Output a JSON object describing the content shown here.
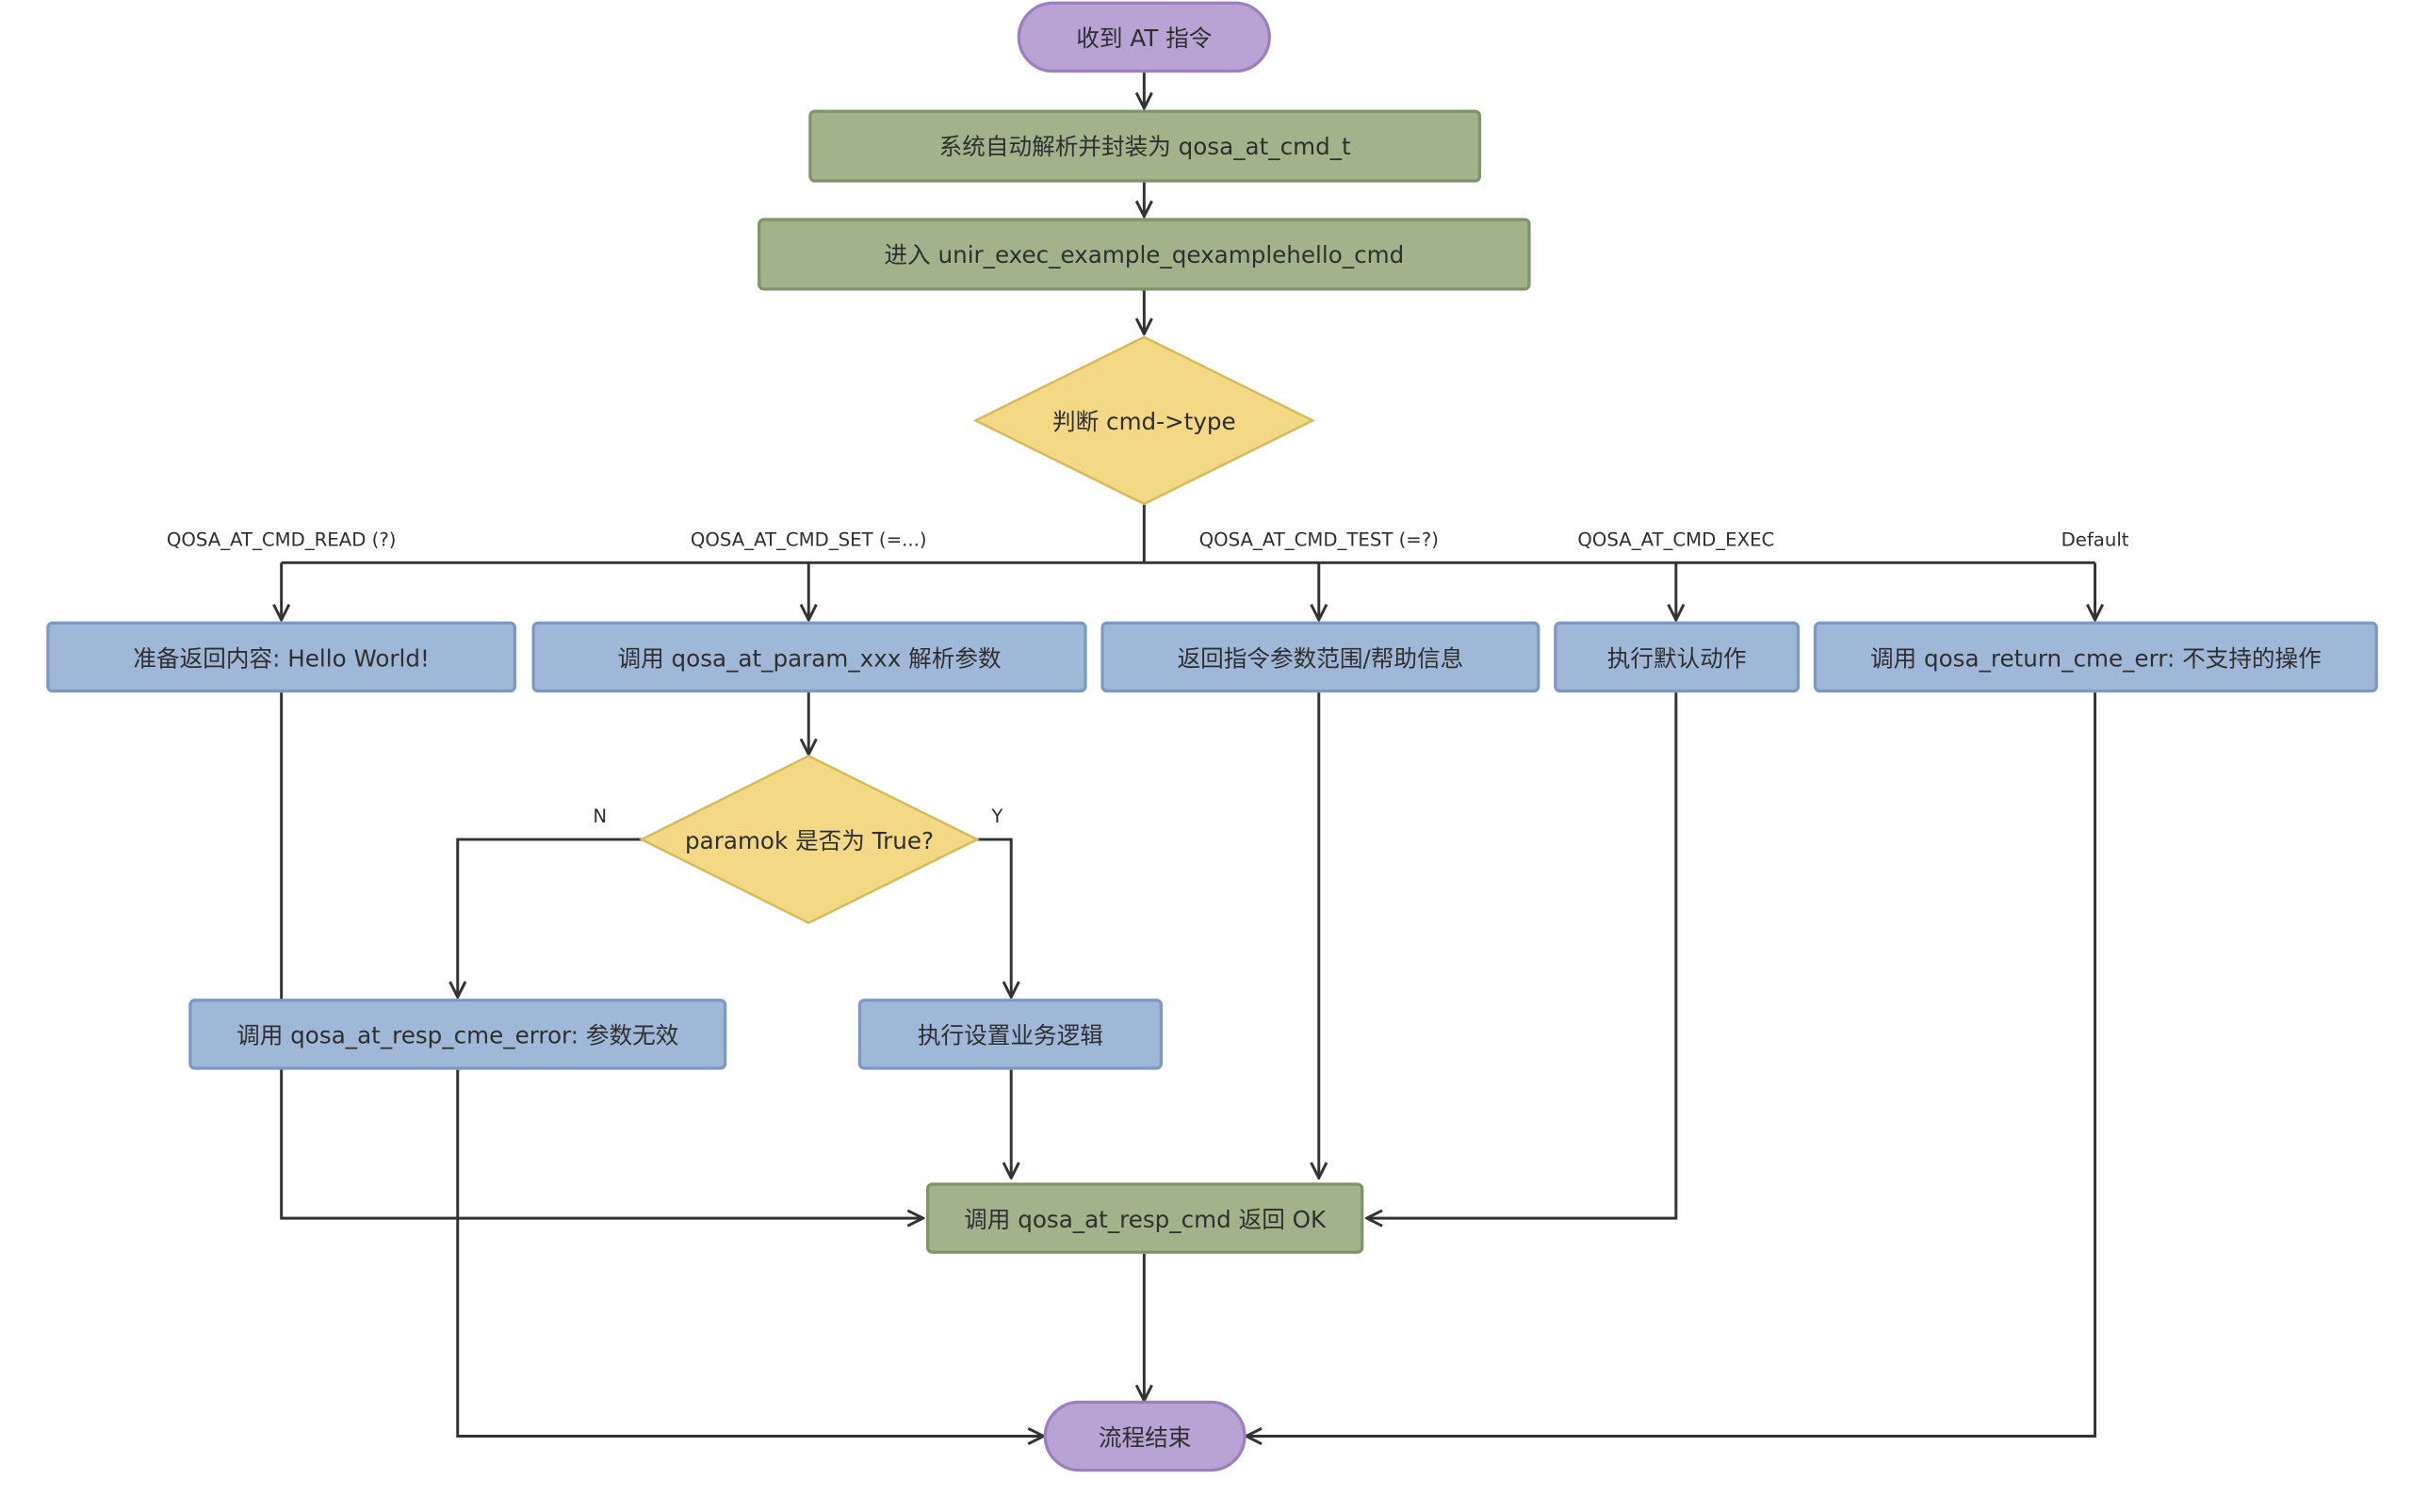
{
  "nodes": {
    "start": "收到 AT 指令",
    "parse": "系统自动解析并封装为 qosa_at_cmd_t",
    "enter": "进入 unir_exec_example_qexamplehello_cmd",
    "judge_type": "判断 cmd->type",
    "read": "准备返回内容: Hello World!",
    "set": "调用 qosa_at_param_xxx 解析参数",
    "test": "返回指令参数范围/帮助信息",
    "exec": "执行默认动作",
    "default": "调用 qosa_return_cme_err: 不支持的操作",
    "paramok": "paramok 是否为 True?",
    "param_invalid": "调用 qosa_at_resp_cme_error: 参数无效",
    "set_logic": "执行设置业务逻辑",
    "resp_ok": "调用 qosa_at_resp_cmd 返回 OK",
    "end": "流程结束"
  },
  "edges": {
    "read": "QOSA_AT_CMD_READ (?)",
    "set": "QOSA_AT_CMD_SET (=...)",
    "test": "QOSA_AT_CMD_TEST (=?)",
    "exec": "QOSA_AT_CMD_EXEC",
    "default": "Default",
    "no": "N",
    "yes": "Y"
  },
  "colors": {
    "terminal_fill": "#b9a3d4",
    "process_green": "#a2b38b",
    "process_blue": "#9fb8d8",
    "decision_fill": "#f3d985",
    "line": "#333333"
  }
}
